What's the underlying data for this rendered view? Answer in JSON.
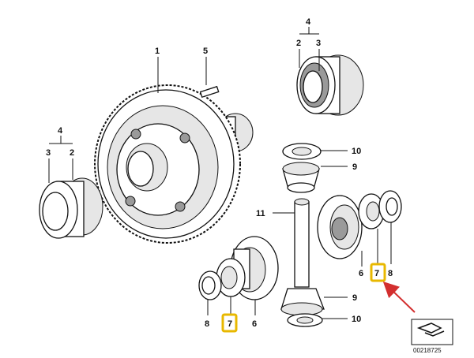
{
  "labels": {
    "gear_1": "1",
    "pin_5": "5",
    "group_right_4": "4",
    "group_right_2": "2",
    "group_right_3": "3",
    "group_left_4": "4",
    "group_left_3": "3",
    "group_left_2": "2",
    "washer_top_10": "10",
    "gear_top_9": "9",
    "shaft_11": "11",
    "washer_right_8": "8",
    "gear_right_6": "6",
    "washer_right_7": "7",
    "gear_bottom_9": "9",
    "washer_bottom_10": "10",
    "washer_left_8": "8",
    "washer_left_7": "7",
    "gear_left_6": "6"
  },
  "catalog_number": "00218725",
  "colors": {
    "highlight": "#e8b800",
    "arrow": "#d32f2f"
  }
}
